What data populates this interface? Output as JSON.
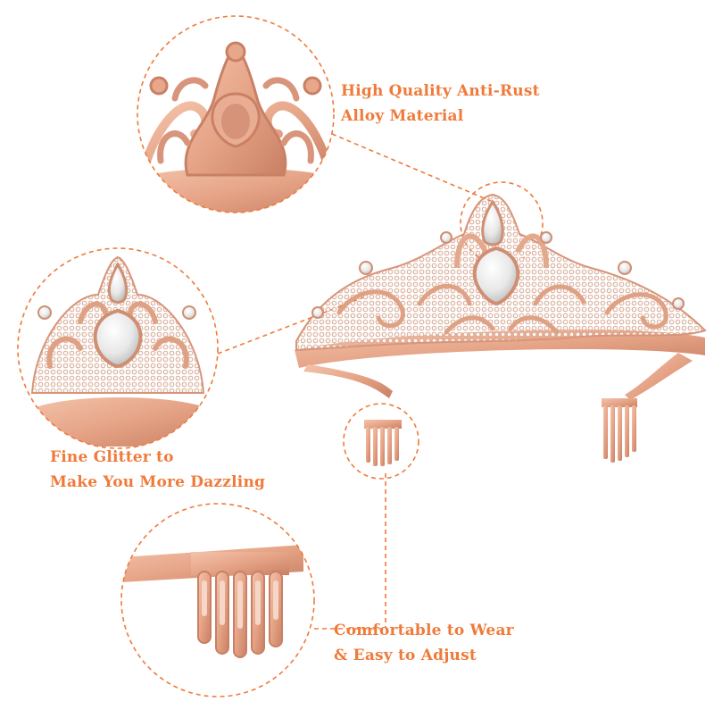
{
  "colors": {
    "accent_orange": "#f07a3a",
    "rose_gold": "#e8a88a",
    "rose_gold_dark": "#c97e63",
    "rhinestone": "#f4f4f4"
  },
  "features": {
    "alloy": {
      "line1": "High Quality Anti-Rust",
      "line2": "Alloy Material"
    },
    "glitter": {
      "line1": "Fine Glitter to",
      "line2": "Make You More Dazzling"
    },
    "comfort": {
      "line1": "Comfortable to Wear",
      "line2": "& Easy to Adjust"
    }
  },
  "icons": {
    "tiara": "tiara-photo",
    "crown_closeup": "crown-closeup-photo",
    "comb_closeup": "comb-closeup-photo"
  }
}
